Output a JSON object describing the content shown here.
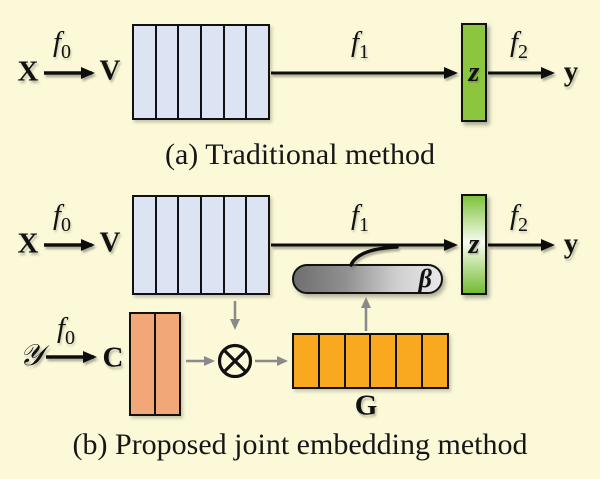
{
  "colors": {
    "background": "#FBF9D8",
    "matrix_blue": "#DCE3F2",
    "z_green": "#8CC63F",
    "capsule_gray_dark": "#6E6E6E",
    "capsule_gray_light": "#E9E9E9",
    "c_orange": "#F2A779",
    "g_gold": "#F9A91F",
    "arrow_black": "#111111",
    "arrow_gray": "#8A8A8A"
  },
  "panel_a": {
    "caption": "(a) Traditional method",
    "input_label": "X",
    "f0": {
      "base": "f",
      "sub": "0"
    },
    "v_label": "V",
    "v_matrix_columns": 6,
    "f1": {
      "base": "f",
      "sub": "1"
    },
    "z_label": "z",
    "f2": {
      "base": "f",
      "sub": "2"
    },
    "output_label": "y"
  },
  "panel_b": {
    "caption": "(b) Proposed joint embedding method",
    "input_label": "X",
    "f0": {
      "base": "f",
      "sub": "0"
    },
    "v_label": "V",
    "v_matrix_columns": 6,
    "f1": {
      "base": "f",
      "sub": "1"
    },
    "beta_label": "β",
    "z_label": "z",
    "f2": {
      "base": "f",
      "sub": "2"
    },
    "output_label": "y",
    "label_space_symbol": "𝒴",
    "f0_bottom": {
      "base": "f",
      "sub": "0"
    },
    "c_label": "C",
    "c_matrix_columns": 2,
    "multiply_symbol": "⊗",
    "g_label": "G",
    "g_matrix_columns": 6
  }
}
